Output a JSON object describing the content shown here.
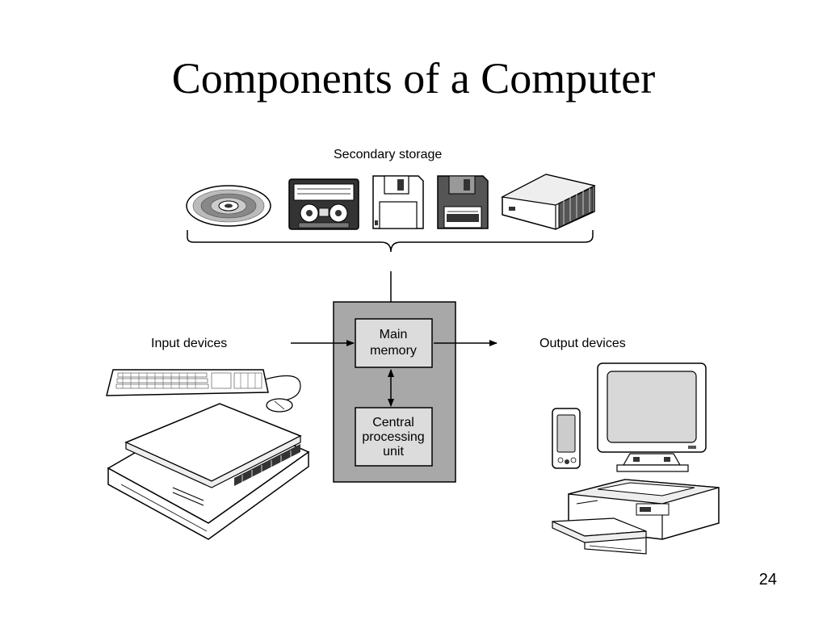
{
  "slide": {
    "title": "Components of a Computer",
    "page_number": "24"
  },
  "diagram": {
    "secondary_storage_label": "Secondary storage",
    "input_devices_label": "Input devices",
    "output_devices_label": "Output devices",
    "main_memory_lines": [
      "Main",
      "memory"
    ],
    "cpu_lines": [
      "Central",
      "processing",
      "unit"
    ],
    "storage_icons": [
      "cd-icon",
      "cassette-tape-icon",
      "floppy-disk-icon",
      "floppy-disk-dark-icon",
      "external-drive-icon"
    ],
    "input_icons": [
      "keyboard-icon",
      "mouse-icon",
      "scanner-icon"
    ],
    "output_icons": [
      "monitor-icon",
      "pda-icon",
      "printer-icon"
    ],
    "colors": {
      "computer_box": "#a8a8a8",
      "component_box": "#dcdcdc",
      "line": "#000000"
    }
  }
}
